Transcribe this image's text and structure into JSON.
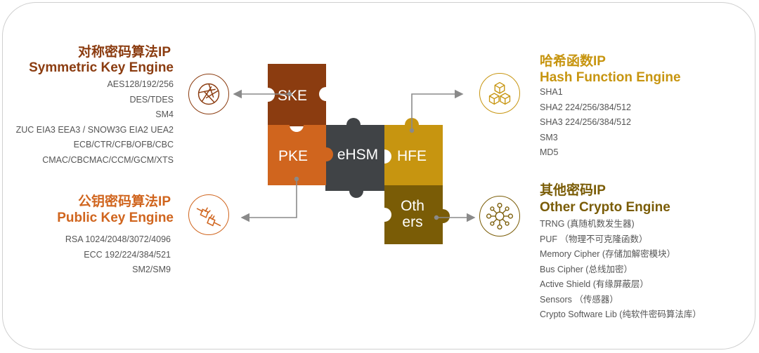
{
  "colors": {
    "symmetric": "#8b3c10",
    "public": "#d0651e",
    "hash": "#c79510",
    "other": "#7a5c06",
    "ehsm": "#404346",
    "text": "#555555",
    "arrow": "#8a8a8a"
  },
  "symmetric": {
    "title_cn": "对称密码算法IP",
    "title_en": "Symmetric Key Engine",
    "icon": "aperture-icon",
    "items": [
      "AES128/192/256",
      "DES/TDES",
      "SM4",
      "ZUC EIA3 EEA3 / SNOW3G EIA2 UEA2",
      "ECB/CTR/CFB/OFB/CBC",
      "CMAC/CBCMAC/CCM/GCM/XTS"
    ]
  },
  "public": {
    "title_cn": "公钥密码算法IP",
    "title_en": "Public Key Engine",
    "icon": "plug-icon",
    "items": [
      "RSA 1024/2048/3072/4096",
      "ECC 192/224/384/521",
      "SM2/SM9"
    ]
  },
  "hash": {
    "title_cn": "哈希函数IP",
    "title_en": "Hash Function Engine",
    "icon": "cubes-icon",
    "items": [
      "SHA1",
      "SHA2 224/256/384/512",
      "SHA3 224/256/384/512",
      "SM3",
      "MD5"
    ]
  },
  "other": {
    "title_cn": "其他密码IP",
    "title_en": "Other Crypto Engine",
    "icon": "network-icon",
    "items": [
      "TRNG (真随机数发生器)",
      "PUF （物理不可克隆函数）",
      "Memory Cipher (存储加解密模块）",
      "Bus Cipher (总线加密）",
      "Active Shield (有缘屏蔽层）",
      "Sensors （传感器）",
      "Crypto Software Lib (纯软件密码算法库）"
    ]
  },
  "puzzle": {
    "ske": "SKE",
    "pke": "PKE",
    "ehsm": "eHSM",
    "hfe": "HFE",
    "others_line1": "Oth",
    "others_line2": "ers"
  }
}
